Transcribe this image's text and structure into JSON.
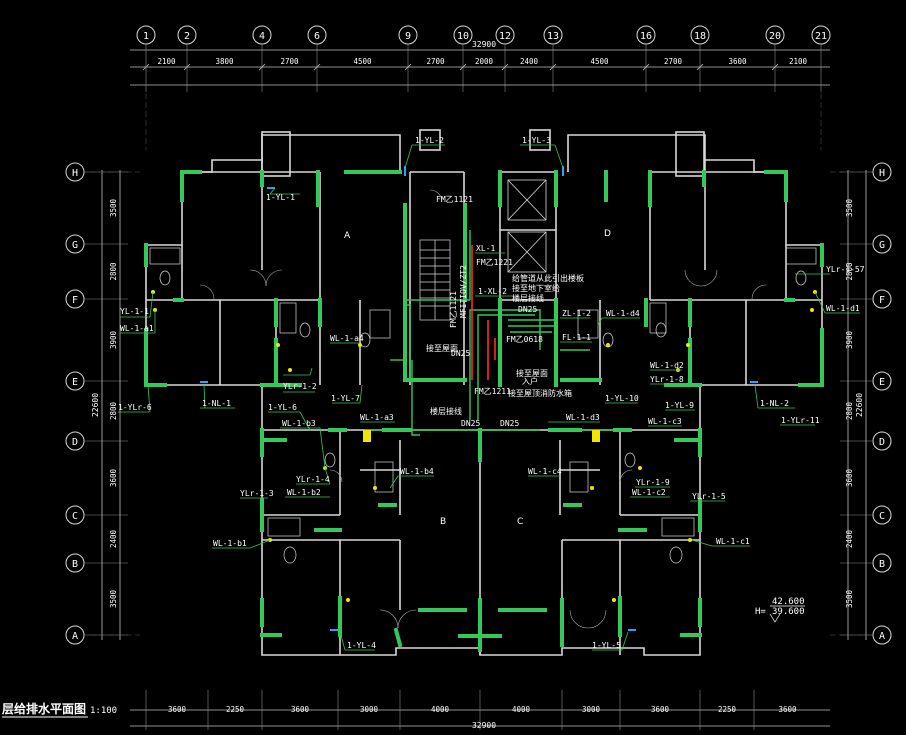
{
  "colors": {
    "background": "#000000",
    "wall": "#d8d8d8",
    "green": "#34c759",
    "yellow": "#f2e600",
    "red": "#ff2a2a",
    "blue": "#2aa0ff",
    "dim": "#bfbfbf"
  },
  "top_axes": [
    "1",
    "2",
    "4",
    "6",
    "9",
    "10",
    "12",
    "13",
    "16",
    "18",
    "20",
    "21"
  ],
  "top_total": "32900",
  "top_dims": [
    "2100",
    "3800",
    "2700",
    "4500",
    "2700",
    "2000",
    "2400",
    "4500",
    "2700",
    "3600",
    "2100"
  ],
  "bottom_dims": [
    "3600",
    "2250",
    "3600",
    "3000",
    "4000",
    "4000",
    "3000",
    "3600",
    "2250",
    "3600"
  ],
  "bottom_total": "32900",
  "row_axes": [
    "H",
    "G",
    "F",
    "E",
    "D",
    "C",
    "B",
    "A"
  ],
  "left_dims": [
    "3500",
    "2800",
    "3900",
    "2800",
    "3600",
    "2400",
    "3500"
  ],
  "left_total": "22600",
  "right_dims": [
    "3500",
    "2800",
    "3900",
    "2800",
    "3600",
    "2400",
    "3500"
  ],
  "right_total": "22600",
  "title": "层给排水平面图",
  "scale": "1:100",
  "elevation_a": "42.600",
  "elevation_b": "39.600",
  "elevation_prefix": "H=",
  "unit_labels": [
    "A",
    "B",
    "C",
    "D"
  ],
  "labels": {
    "yl2": "1-YL-2",
    "yl3": "1-YL-3",
    "yl1": "1-YL-1",
    "ylr1": "YL-1-1",
    "wla1": "WL-1-a1",
    "ylr6": "1-YLr-6",
    "nl1": "1-NL-1",
    "yl6": "1-YL-6",
    "wlb3": "WL-1-b3",
    "ylr4": "YLr-1-4",
    "wlb2": "WL-1-b2",
    "ylr3": "YLr-1-3",
    "wlb1": "WL-1-b1",
    "yl4": "1-YL-4",
    "wla4": "WL-1-a4",
    "ylr2": "YLr-1-2",
    "yl7": "1-YL-7",
    "wla3": "WL-1-a3",
    "wlb4": "WL-1-b4",
    "xl1": "XL-1",
    "xl2": "1-XL-2",
    "fm1121": "FM乙1121",
    "fm1221": "FM乙1221",
    "fm1211": "FM乙1211",
    "fm0618": "FM乙0618",
    "fm1121b": "FM乙1121",
    "dn25a": "DN25",
    "dn25b": "DN25",
    "dn25c": "DN25",
    "dn25d": "DN25",
    "wlc4": "WL-1-c4",
    "wlc3": "WL-1-c3",
    "wld3": "WL-1-d3",
    "wld4": "WL-1-d4",
    "wld2": "WL-1-d2",
    "ylr8": "YLr-1-8",
    "yl10": "1-YL-10",
    "yl9": "1-YL-9",
    "nl2": "1-NL-2",
    "ylr11": "1-YLr-11",
    "wld1": "WL-1-d1",
    "ylr57": "YLr-1-57",
    "wlc2": "WL-1-c2",
    "ylr5": "YLr-1-5",
    "wlc1": "WL-1-c1",
    "yl5": "1-YL-5",
    "fl1": "FL-1-1",
    "zl1": "ZL-1-2",
    "ylr9": "YLr-1-9",
    "note1": "给管道从此引出楼板",
    "note2": "接至地下室给",
    "note3": "楼层接线",
    "note4": "接至屋顶消防水箱",
    "note5": "接至屋面",
    "note6": "楼层接线",
    "note7": "接至屋面",
    "note8": "入户",
    "stair_note": "MFITIOV/ZT2"
  }
}
